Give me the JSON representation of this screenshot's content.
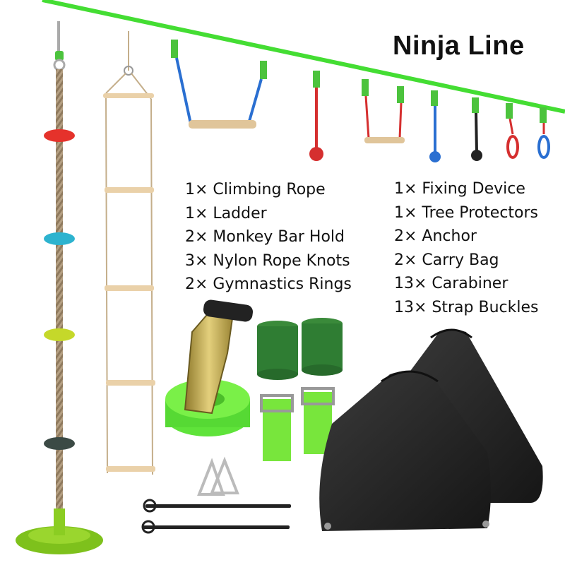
{
  "title": "Ninja Line",
  "contents_left": [
    "1× Climbing Rope",
    "1× Ladder",
    "2× Monkey Bar Hold",
    "3× Nylon Rope Knots",
    "2× Gymnastics Rings"
  ],
  "contents_right": [
    "1× Fixing Device",
    "1× Tree Protectors",
    "2× Anchor",
    "2× Carry Bag",
    "13× Carabiner",
    "13× Strap Buckles"
  ],
  "colors": {
    "line_green": "#44dd33",
    "rope": "#b09a7c",
    "bag": "#262626",
    "disc_red": "#e5322b",
    "disc_blue": "#2db3cf",
    "disc_yellow": "#c5d82a",
    "disc_dark": "#3b4a45"
  }
}
